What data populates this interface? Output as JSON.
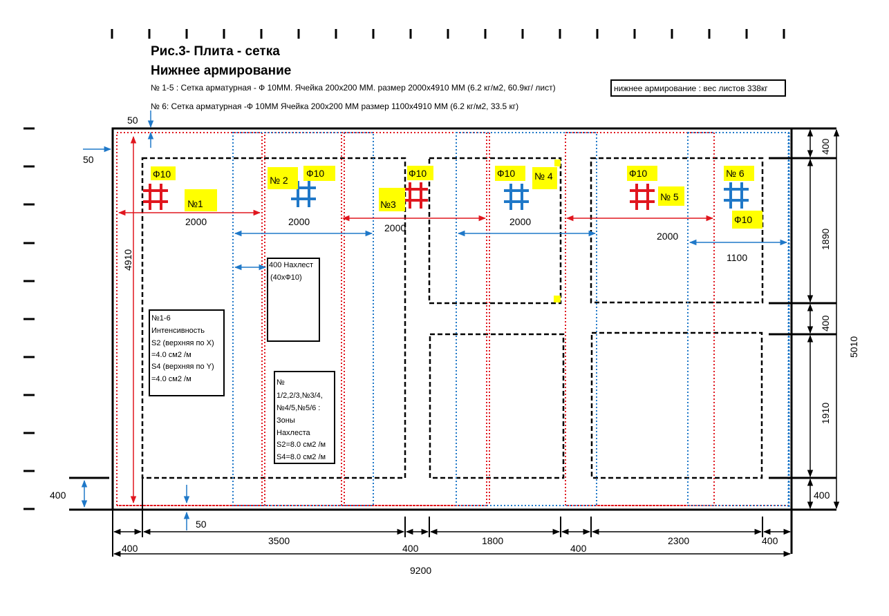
{
  "header": {
    "title": "Рис.3- Плита - сетка",
    "subtitle": "Нижнее армирование",
    "spec1": "№ 1-5 : Сетка арматурная - Ф 10ММ. Ячейка  200х200 ММ. размер 2000х4910 ММ (6.2 кг/м2, 60.9кг/ лист)",
    "spec2": "№ 6: Сетка арматурная -Ф 10ММ Ячейка  200х200 ММ размер 1100х4910 ММ (6.2 кг/м2, 33.5 кг)",
    "weight_box": "нижнее армирование : вес листов 338кг"
  },
  "colors": {
    "red": "#e0161e",
    "blue": "#1f78c8",
    "yellow": "#ffff00",
    "black": "#000000"
  },
  "labels": {
    "phi": "Ф10",
    "m1": "№1",
    "m2": "№ 2",
    "m3": "№3",
    "m4": "№ 4",
    "m5": "№ 5",
    "m6": "№ 6"
  },
  "dimensions": {
    "w2000": "2000",
    "w1100": "1100",
    "edge50": "50",
    "edge400": "400",
    "h4910": "4910",
    "h1890": "1890",
    "h1910": "1910",
    "h5010": "5010",
    "b3500": "3500",
    "b1800": "1800",
    "b2300": "2300",
    "b9200": "9200"
  },
  "notes": {
    "lap": [
      "400 Нахлест",
      "(40хФ10)"
    ],
    "intensity": [
      "№1-6",
      "Интенсивность",
      "S2 (верхняя по X)",
      "=4.0 см2 /м",
      "S4 (верхняя по Y)",
      "=4.0 см2 /м"
    ],
    "zones": [
      "№",
      "1/2,2/3,№3/4,",
      "№4/5,№5/6 :",
      "Зоны",
      "Нахлеста",
      "S2=8.0  см2 /м",
      "S4=8.0 см2 /м"
    ]
  }
}
